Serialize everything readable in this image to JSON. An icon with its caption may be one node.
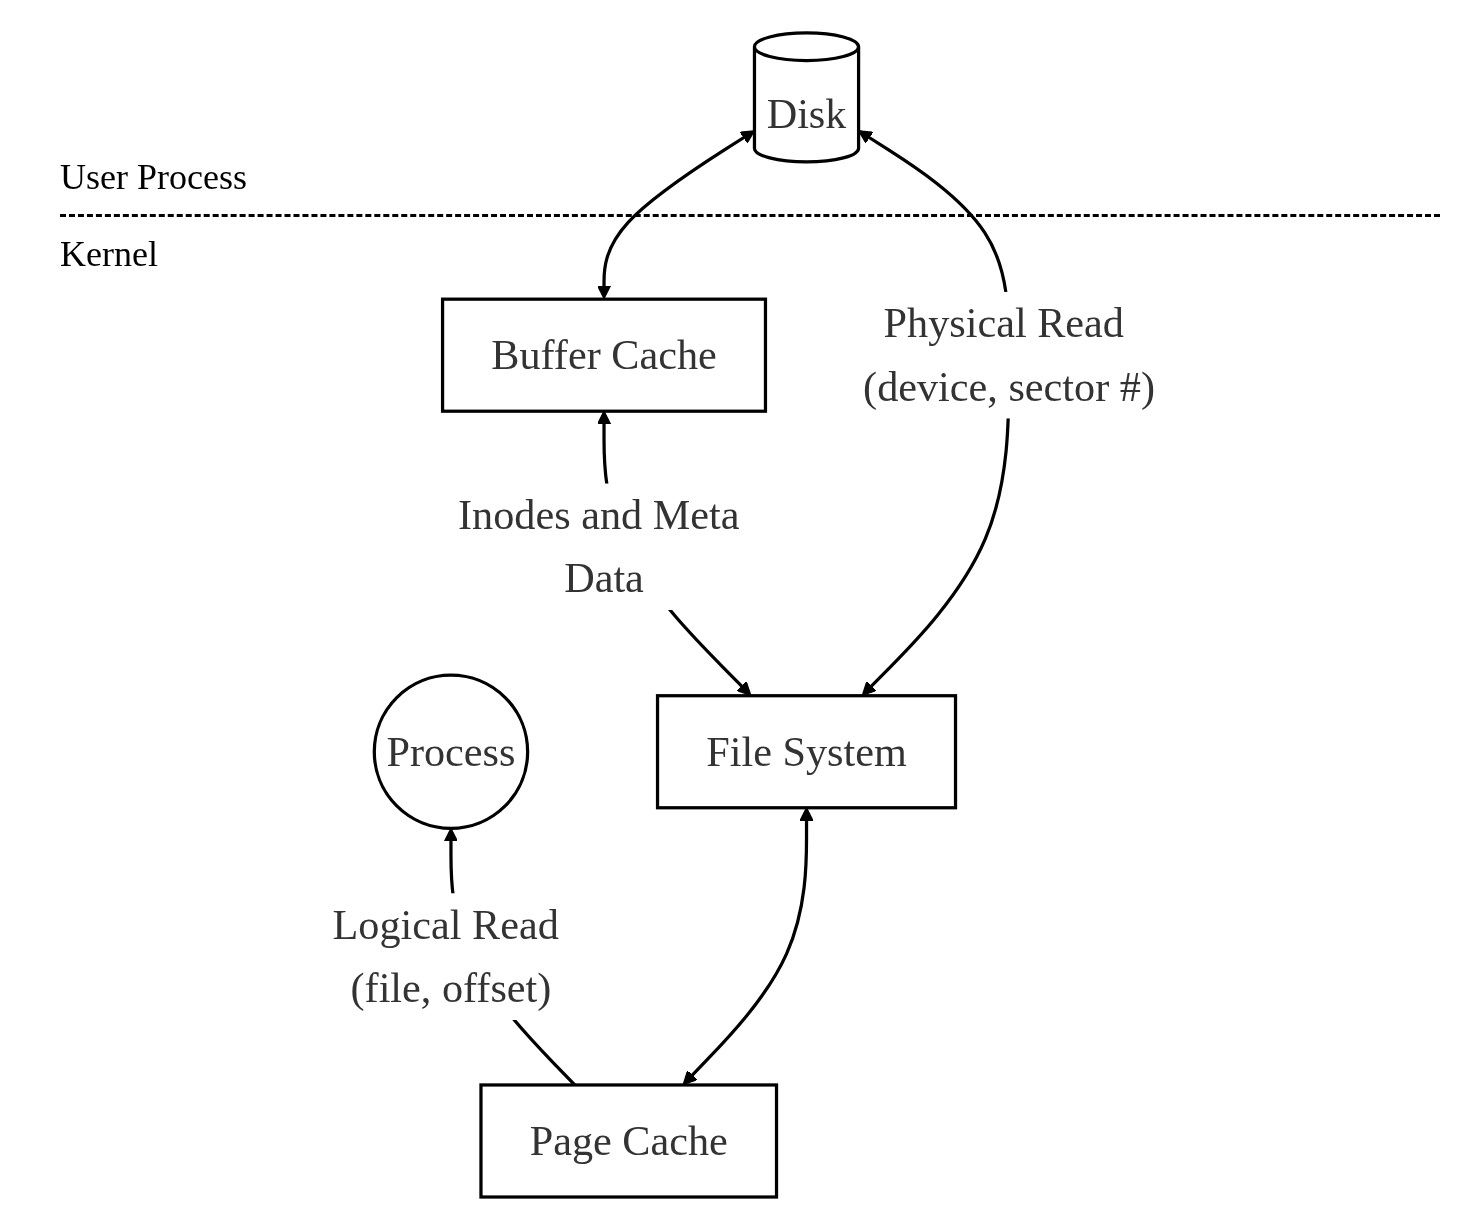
{
  "diagram": {
    "nodes": [
      {
        "text": [
          "Process"
        ]
      },
      {
        "text": [
          "Page Cache"
        ]
      },
      {
        "text": [
          "File System"
        ]
      },
      {
        "text": [
          "Buffer Cache"
        ]
      },
      {
        "text": [
          "Disk"
        ]
      }
    ],
    "edges": [
      {
        "from": 1,
        "to": 0,
        "arrow": "to",
        "label": "Logical Read (file, offset)"
      },
      {
        "from": 1,
        "to": 2,
        "arrow": "both"
      },
      {
        "from": 2,
        "to": 3,
        "arrow": "both",
        "label": "Inodes and Meta Data"
      },
      {
        "from": 3,
        "to": 4,
        "arrow": "both"
      },
      {
        "from": 2,
        "to": 4,
        "arrow": "both",
        "label": "Physical Read (device, sector #)"
      }
    ],
    "labels": [
      "User Process",
      "Kernel"
    ]
  }
}
